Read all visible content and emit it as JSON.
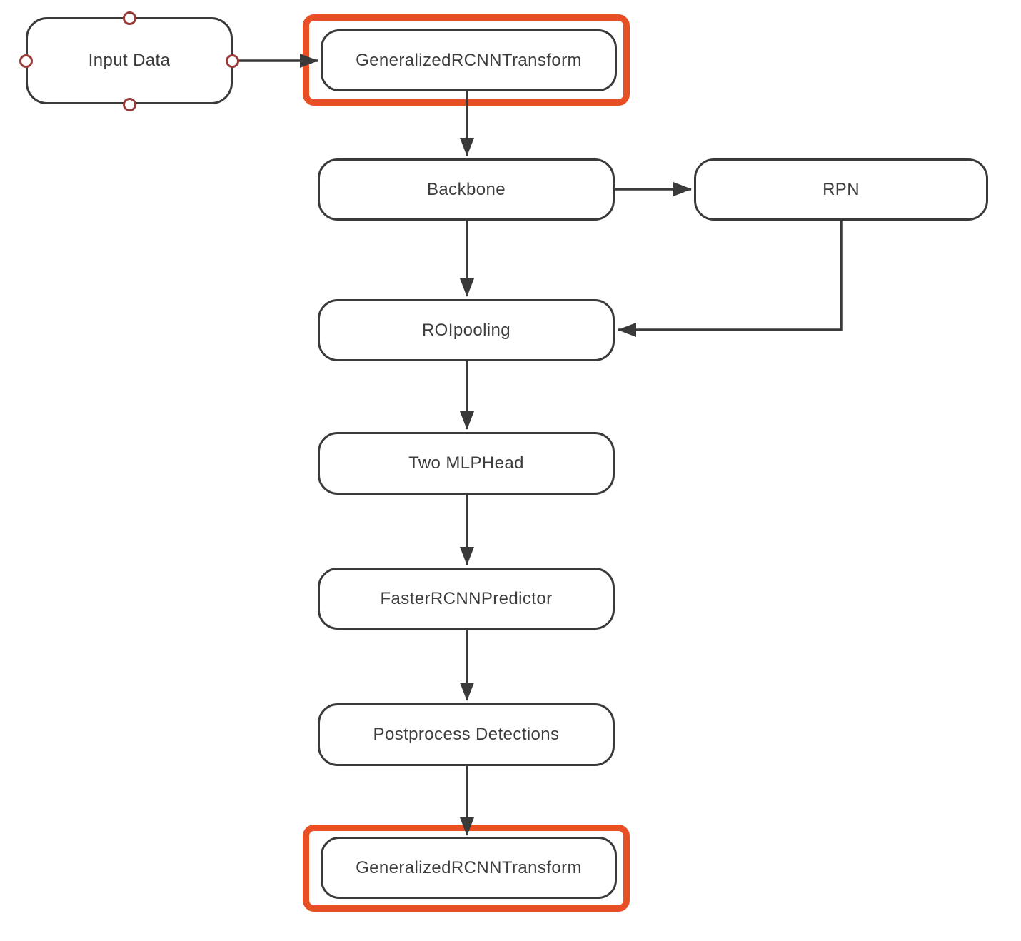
{
  "diagram": {
    "title": "Faster R-CNN forward pipeline flowchart",
    "colors": {
      "background": "#ffffff",
      "node_fill": "#ffffff",
      "node_border": "#3a3a3a",
      "text": "#3d3d3d",
      "connector": "#3a3a3a",
      "highlight_accent": "#e94f25",
      "connection_handle": "#963b38"
    },
    "nodes": [
      {
        "id": "input-data",
        "label": "Input Data",
        "highlighted": false,
        "shape": "rounded-rectangle",
        "has_connection_handles": true
      },
      {
        "id": "generalized-rcnn-transform-top",
        "label": "GeneralizedRCNNTransform",
        "highlighted": true,
        "shape": "rounded-rectangle",
        "has_connection_handles": false
      },
      {
        "id": "backbone",
        "label": "Backbone",
        "highlighted": false,
        "shape": "rounded-rectangle",
        "has_connection_handles": false
      },
      {
        "id": "rpn",
        "label": "RPN",
        "highlighted": false,
        "shape": "rounded-rectangle",
        "has_connection_handles": false
      },
      {
        "id": "roipooling",
        "label": "ROIpooling",
        "highlighted": false,
        "shape": "rounded-rectangle",
        "has_connection_handles": false
      },
      {
        "id": "two-mlp-head",
        "label": "Two MLPHead",
        "highlighted": false,
        "shape": "rounded-rectangle",
        "has_connection_handles": false
      },
      {
        "id": "faster-rcnn-predictor",
        "label": "FasterRCNNPredictor",
        "highlighted": false,
        "shape": "rounded-rectangle",
        "has_connection_handles": false
      },
      {
        "id": "postprocess-detections",
        "label": "Postprocess Detections",
        "highlighted": false,
        "shape": "rounded-rectangle",
        "has_connection_handles": false
      },
      {
        "id": "generalized-rcnn-transform-bottom",
        "label": "GeneralizedRCNNTransform",
        "highlighted": true,
        "shape": "rounded-rectangle",
        "has_connection_handles": false
      }
    ],
    "edges": [
      {
        "from": "input-data",
        "to": "generalized-rcnn-transform-top",
        "route": "straight-horizontal"
      },
      {
        "from": "generalized-rcnn-transform-top",
        "to": "backbone",
        "route": "straight-vertical"
      },
      {
        "from": "backbone",
        "to": "rpn",
        "route": "straight-horizontal"
      },
      {
        "from": "backbone",
        "to": "roipooling",
        "route": "straight-vertical"
      },
      {
        "from": "rpn",
        "to": "roipooling",
        "route": "elbow-down-left"
      },
      {
        "from": "roipooling",
        "to": "two-mlp-head",
        "route": "straight-vertical"
      },
      {
        "from": "two-mlp-head",
        "to": "faster-rcnn-predictor",
        "route": "straight-vertical"
      },
      {
        "from": "faster-rcnn-predictor",
        "to": "postprocess-detections",
        "route": "straight-vertical"
      },
      {
        "from": "postprocess-detections",
        "to": "generalized-rcnn-transform-bottom",
        "route": "straight-vertical"
      }
    ]
  }
}
